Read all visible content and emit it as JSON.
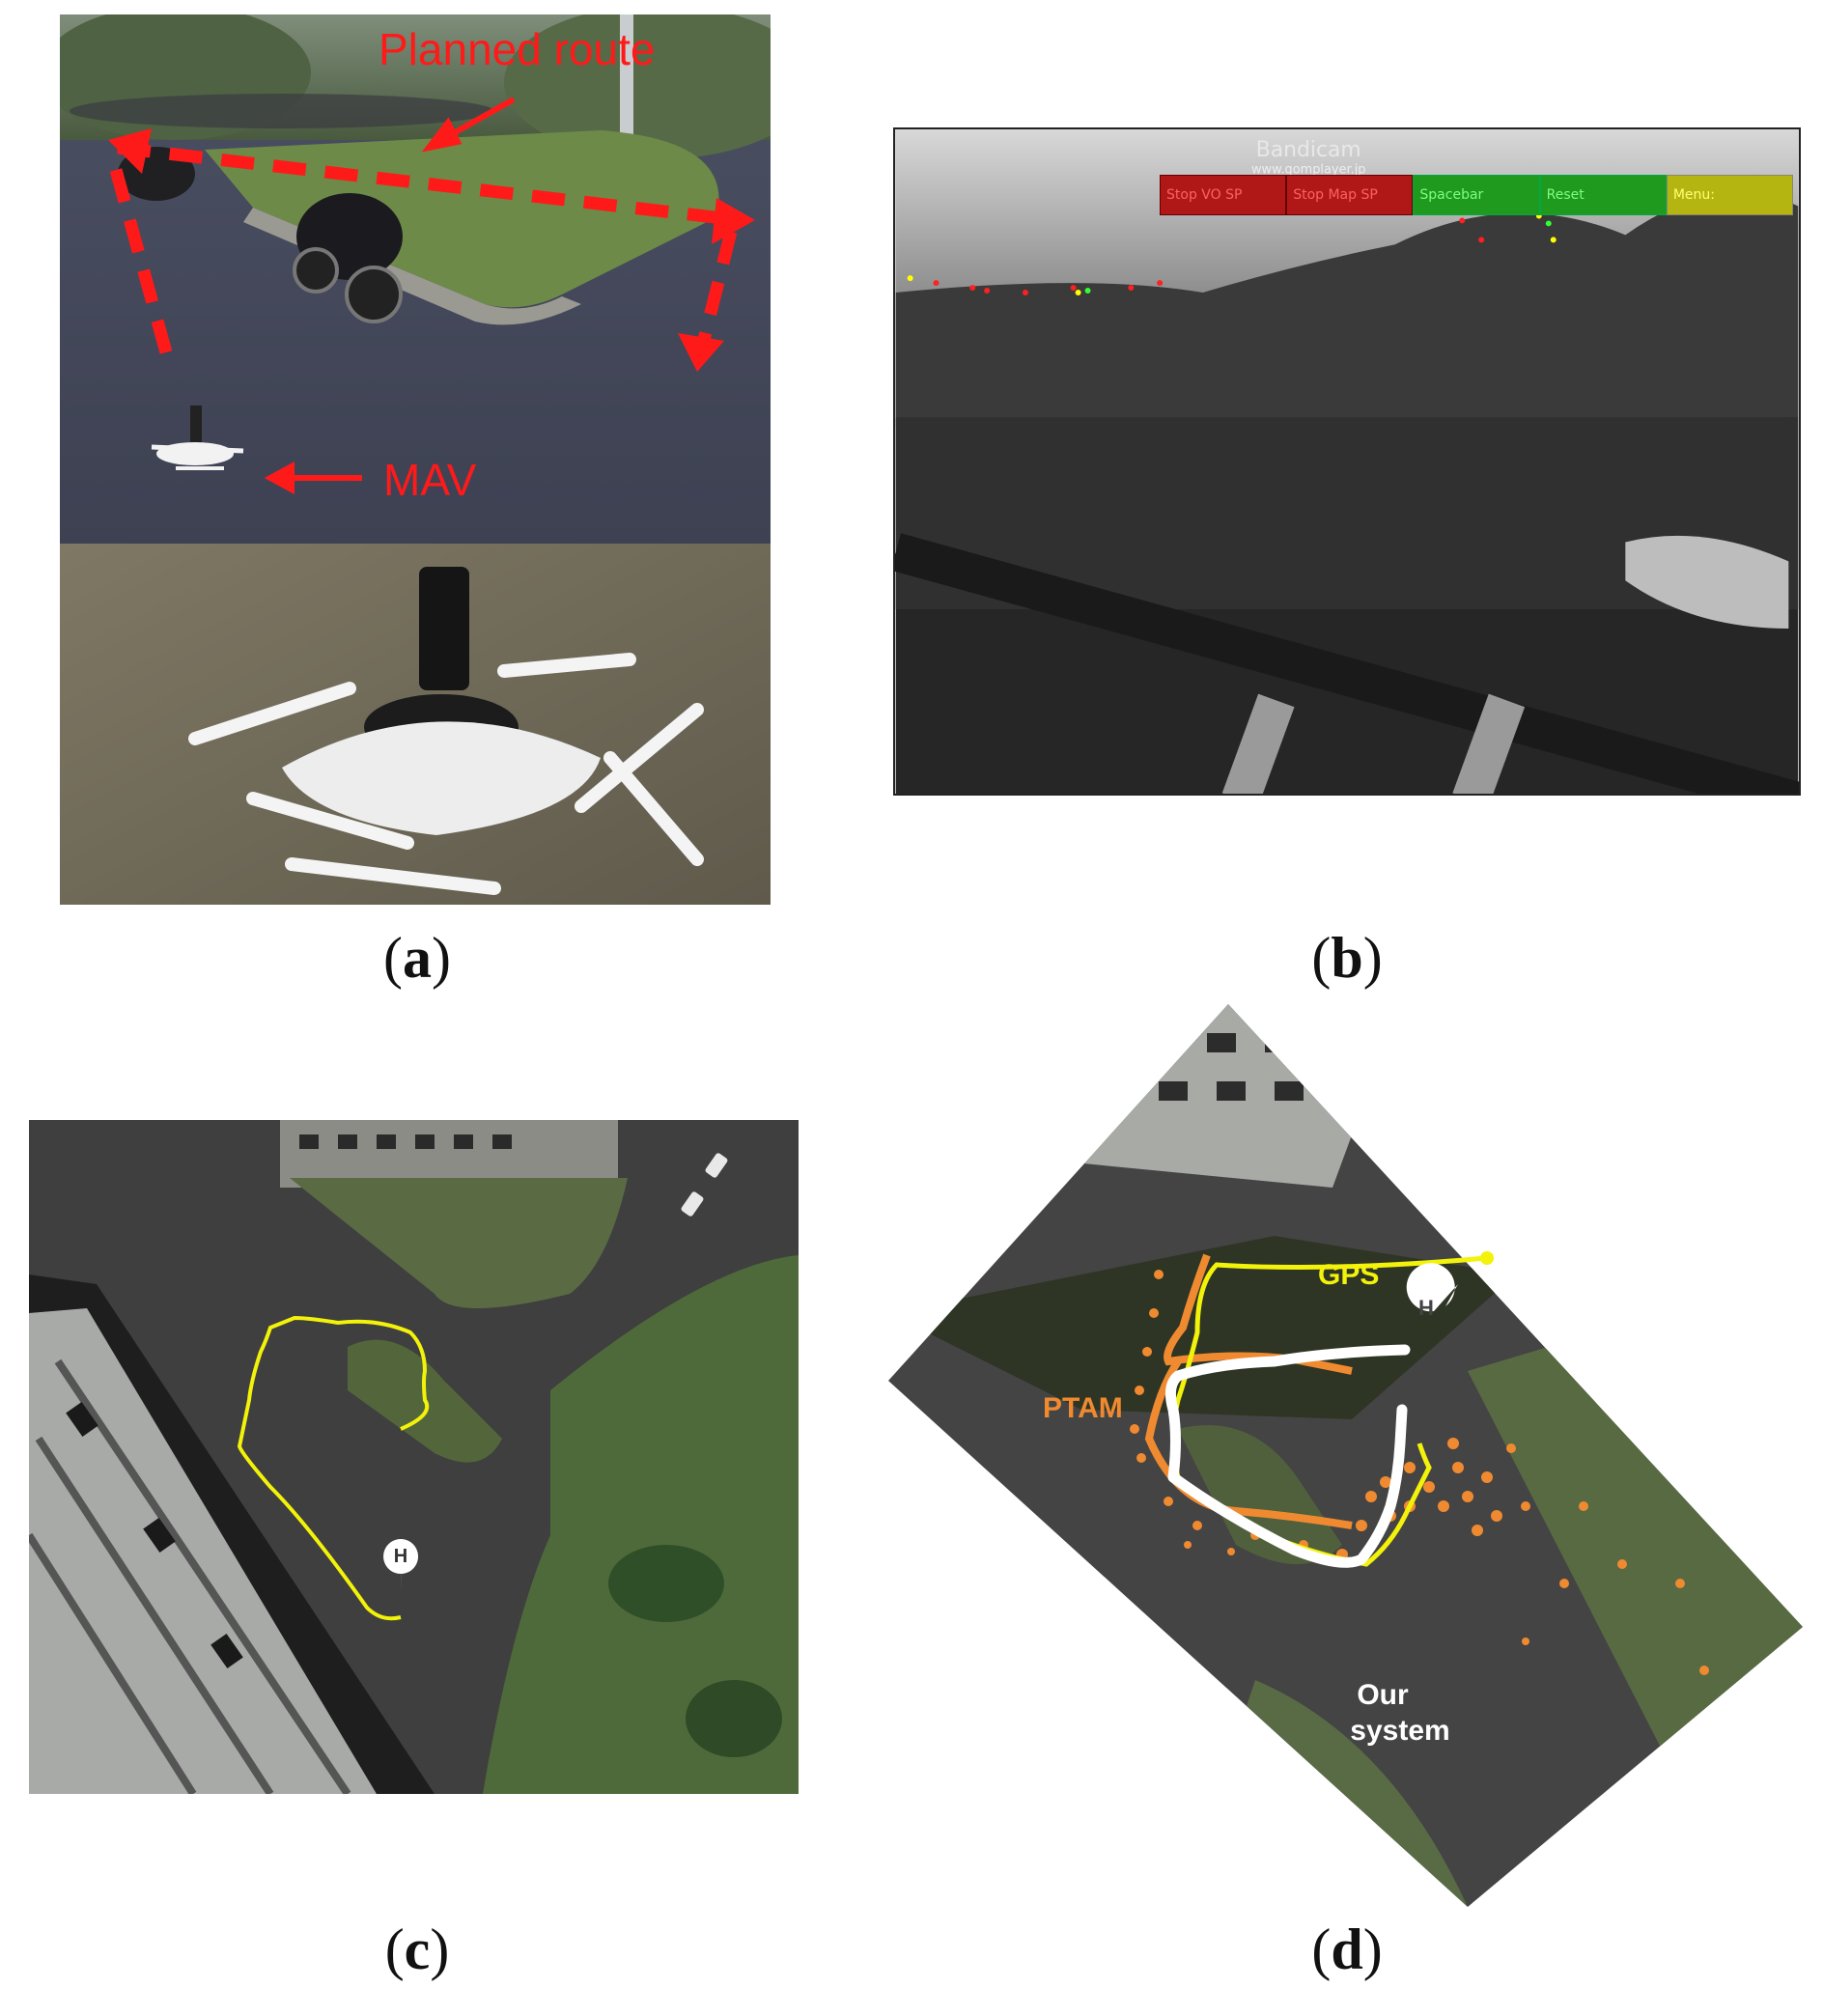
{
  "panels": {
    "a": {
      "caption_letter": "a",
      "annotations": {
        "route": "Planned route",
        "vehicle": "MAV"
      }
    },
    "b": {
      "watermark": "Bandicam",
      "watermark_sub": "www.gomplayer.jp",
      "buttons": [
        {
          "label": "Stop VO SP",
          "color": "#b01818"
        },
        {
          "label": "Stop Map SP",
          "color": "#b01818"
        },
        {
          "label": "Spacebar",
          "color": "#1f9a1f"
        },
        {
          "label": "Reset",
          "color": "#1f9a1f"
        },
        {
          "label": "Menu:",
          "color": "#b5b512"
        }
      ],
      "caption_letter": "b"
    },
    "c": {
      "marker_glyph": "H",
      "track_color": "#f2f20a",
      "caption_letter": "c"
    },
    "d": {
      "legend": {
        "gps": "GPS",
        "ptam": "PTAM",
        "ours_line1": "Our",
        "ours_line2": "system"
      },
      "colors": {
        "gps": "#f2f20a",
        "ptam": "#f08a30",
        "ours": "#ffffff"
      },
      "marker_glyph": "H",
      "caption_letter": "d"
    }
  }
}
